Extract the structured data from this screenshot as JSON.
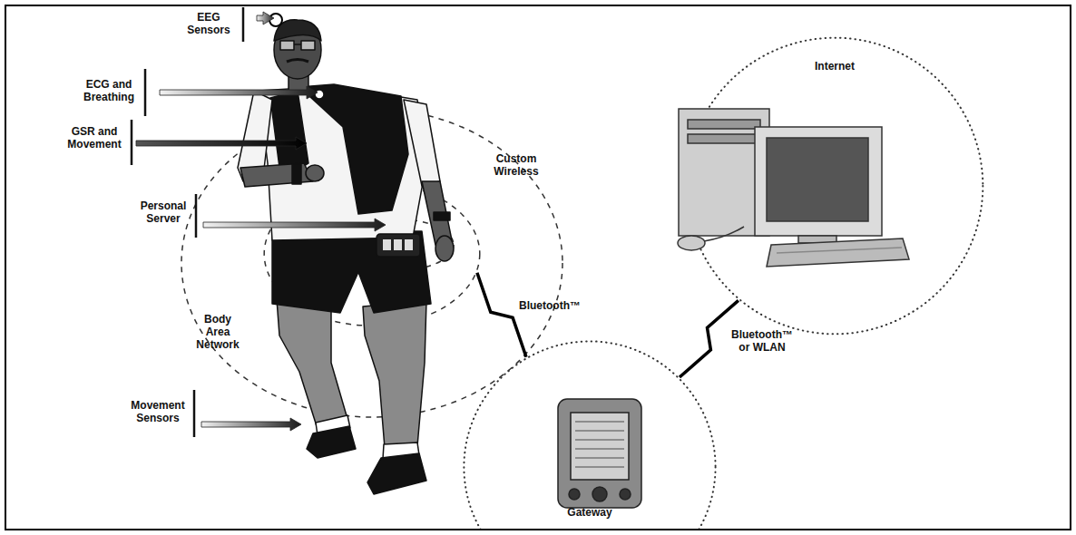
{
  "diagram": {
    "nodes": [
      {
        "text": [
          "Body Area Network"
        ]
      },
      {
        "text": [
          "Gateway"
        ]
      },
      {
        "text": [
          "Internet"
        ]
      }
    ],
    "edges": [
      {
        "from": 0,
        "to": 1,
        "label": "Bluetooth™",
        "arrow": "none"
      },
      {
        "from": 1,
        "to": 2,
        "label": "Bluetooth™ or WLAN",
        "arrow": "none"
      }
    ],
    "labels": [
      "EEG Sensors",
      "ECG and Breathing",
      "GSR and Movement",
      "Personal Server",
      "Movement Sensors",
      "Custom Wireless"
    ]
  }
}
